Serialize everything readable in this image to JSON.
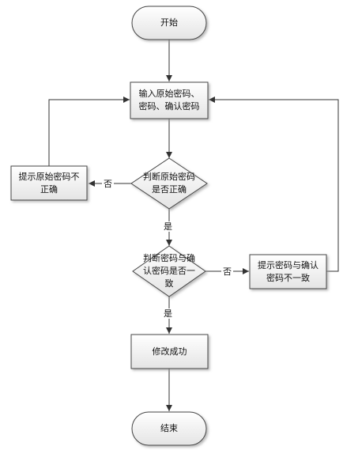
{
  "nodes": {
    "start": "开始",
    "input": "输入原始密码、\n密码、确认密码",
    "check_original": "判断原始密码\n是否正确",
    "prompt_incorrect": "提示原始密码不\n正确",
    "check_match": "判断密码与确\n认密码是否一\n致",
    "prompt_mismatch": "提示密码与确认\n密码不一致",
    "success": "修改成功",
    "end": "结束"
  },
  "edges": {
    "no1": "否",
    "yes1": "是",
    "no2": "否",
    "yes2": "是"
  }
}
